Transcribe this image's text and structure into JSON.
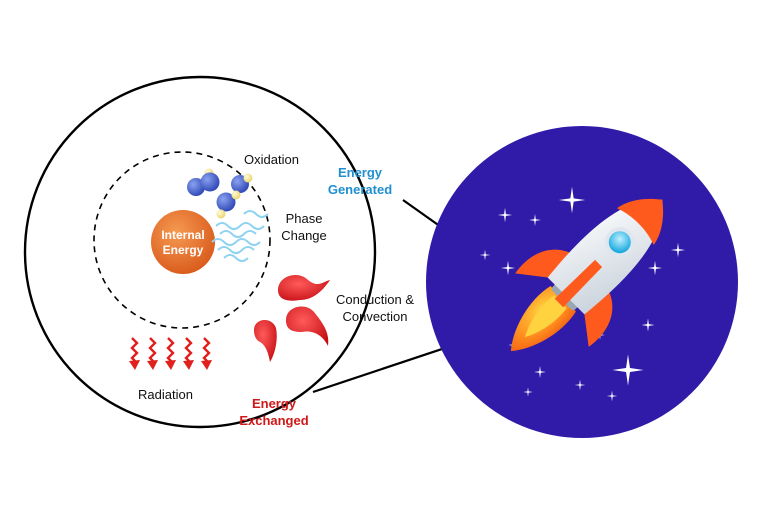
{
  "diagram": {
    "core_label_line1": "Internal",
    "core_label_line2": "Energy",
    "process_labels": {
      "oxidation": "Oxidation",
      "phase_line1": "Phase",
      "phase_line2": "Change",
      "conduction_line1": "Conduction &",
      "conduction_line2": "Convection",
      "radiation": "Radiation"
    },
    "category_labels": {
      "generated_line1": "Energy",
      "generated_line2": "Generated",
      "exchanged_line1": "Energy",
      "exchanged_line2": "Exchanged"
    },
    "colors": {
      "generated": "#1f8fd0",
      "exchanged": "#d01818",
      "core": "#e86a1a",
      "space": "#2f1ba8",
      "heat_arrow": "#e0201c",
      "molecule_blue": "#3c5ac8",
      "molecule_yellow": "#f2e28a",
      "phase_waves": "#8fd3f0"
    },
    "icons": [
      "rocket-icon",
      "star-icon",
      "molecule-icon",
      "radiation-arrow-icon",
      "heat-flow-icon",
      "wave-icon"
    ]
  }
}
